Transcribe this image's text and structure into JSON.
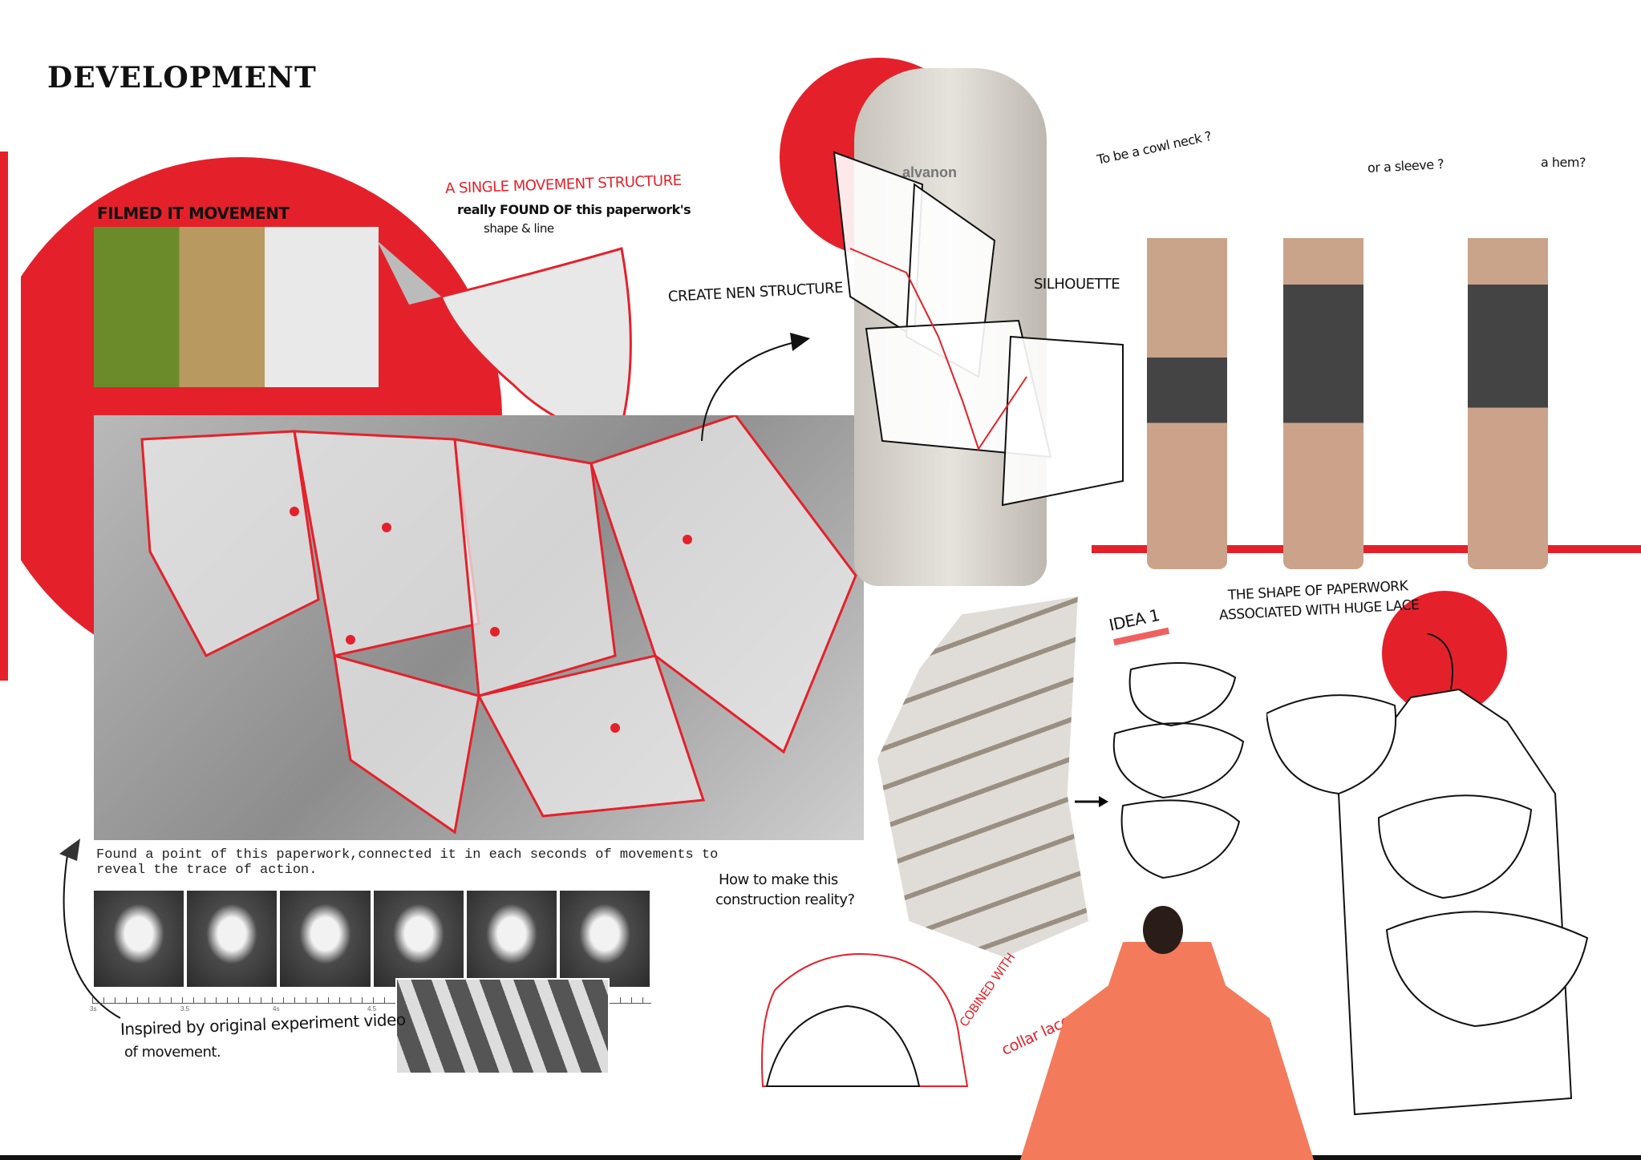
{
  "page": {
    "title": "DEVELOPMENT",
    "accent_color": "#e4212b",
    "coral_color": "#f47a5c"
  },
  "filming": {
    "label": "FILMED IT MOVEMENT"
  },
  "structure": {
    "heading": "A SINGLE MOVEMENT STRUCTURE",
    "note_line1": "really FOUND OF this paperwork's",
    "note_line2": "shape & line"
  },
  "create": {
    "label": "CREATE NEN STRUCTURE"
  },
  "mannequin": {
    "brand": "alvanon",
    "silhouette_label": "SILHOUETTE"
  },
  "models": {
    "q1": "To be a cowl neck ?",
    "q2": "or a sleeve ?",
    "q3": "a hem?"
  },
  "trace": {
    "caption_line1": "Found a point of this paperwork,connected it in each seconds of movements to",
    "caption_line2": "reveal the trace of action.",
    "ruler_ticks": [
      "3s",
      "3.5",
      "4s",
      "4.5"
    ]
  },
  "inspired": {
    "line1": "Inspired by original experiment video",
    "line2": "of movement."
  },
  "question": {
    "line1": "How to make this",
    "line2": "construction reality?"
  },
  "idea": {
    "label": "IDEA 1"
  },
  "shape": {
    "line1": "THE SHAPE OF PAPERWORK",
    "line2": "ASSOCIATED WITH HUGE LACE"
  },
  "combined": {
    "label": "COBINED WITH",
    "collar": "collar lace"
  }
}
